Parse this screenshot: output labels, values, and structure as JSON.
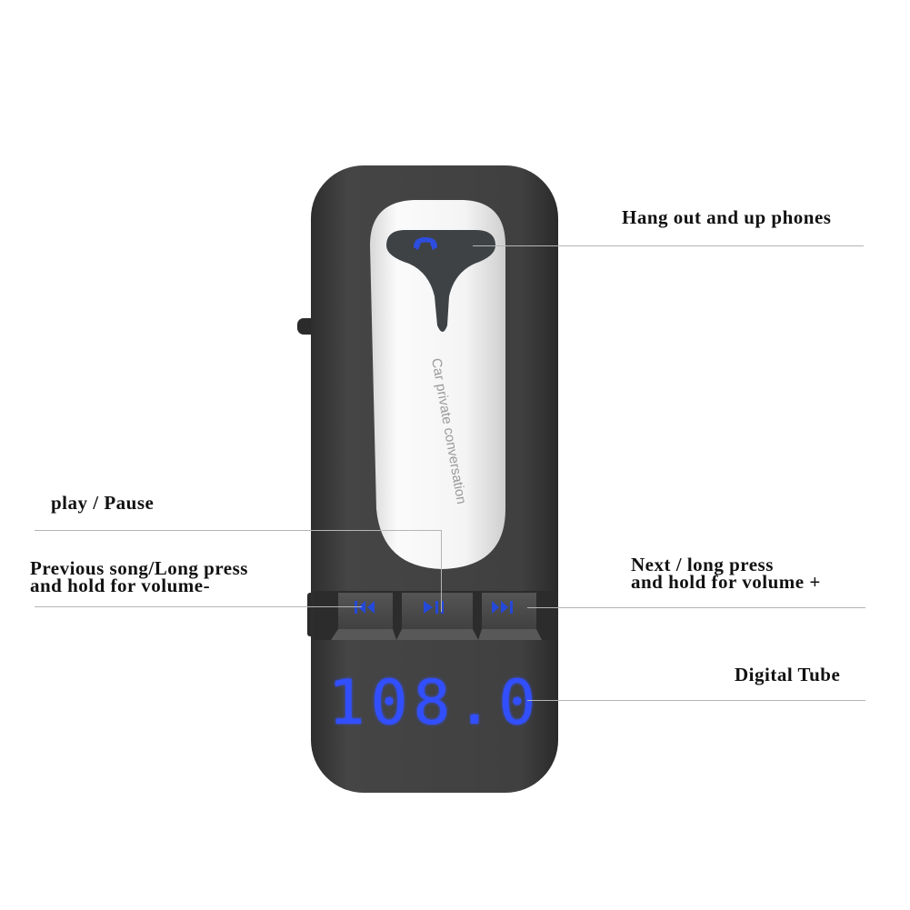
{
  "labels": {
    "hang_up": "Hang out and up phones",
    "play_pause": "play / Pause",
    "previous": "Previous song/Long press\nand hold for volume-",
    "next": "Next / long press\nand hold for volume +",
    "digital_tube": "Digital Tube"
  },
  "device": {
    "side_text": "Car private conversation",
    "display": "108.0",
    "colors": {
      "body": "#3d3d3d",
      "earpiece": "#f2f2f2",
      "accent": "#2440d8",
      "display_glow": "#3050ff"
    },
    "buttons": [
      {
        "name": "previous",
        "icon": "previous-track-icon"
      },
      {
        "name": "play-pause",
        "icon": "play-pause-icon"
      },
      {
        "name": "next",
        "icon": "next-track-icon"
      }
    ]
  }
}
